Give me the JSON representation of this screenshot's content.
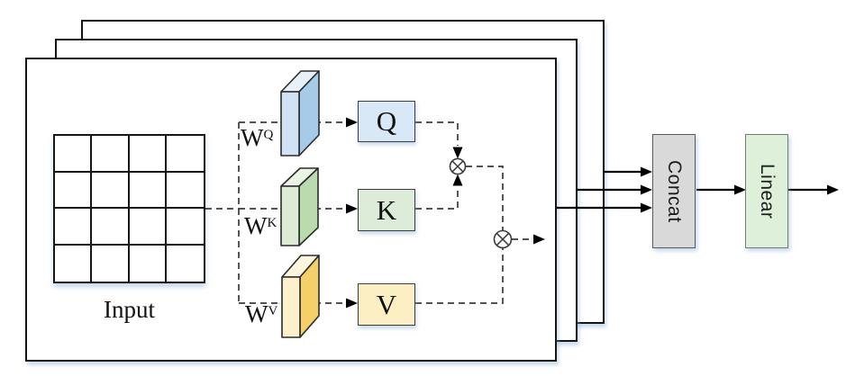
{
  "diagram": {
    "layer_count": 3,
    "input": {
      "label": "Input",
      "grid_rows": 4,
      "grid_cols": 4
    },
    "weights": [
      {
        "base": "W",
        "sup": "Q"
      },
      {
        "base": "W",
        "sup": "K"
      },
      {
        "base": "W",
        "sup": "V"
      }
    ],
    "nodes": [
      {
        "label": "Q"
      },
      {
        "label": "K"
      },
      {
        "label": "V"
      }
    ],
    "concat_label": "Concat",
    "linear_label": "Linear",
    "multiply_symbol": "⊗"
  },
  "colors": {
    "line": "#000000",
    "dash": "#3a3a3a",
    "q_box": "#d8e8f6",
    "k_box": "#dcecd8",
    "v_box": "#fcefc4",
    "concat_box": "#d9d9d9",
    "linear_box": "#def0da",
    "slab_q": {
      "top": "#e8f1fa",
      "front": "#cfe3f4",
      "side": "#a5cbe9"
    },
    "slab_k": {
      "top": "#eaf4e4",
      "front": "#dcecd4",
      "side": "#b9dcae"
    },
    "slab_v": {
      "top": "#fdf6dd",
      "front": "#fdf1cd",
      "side": "#f5d069"
    }
  }
}
